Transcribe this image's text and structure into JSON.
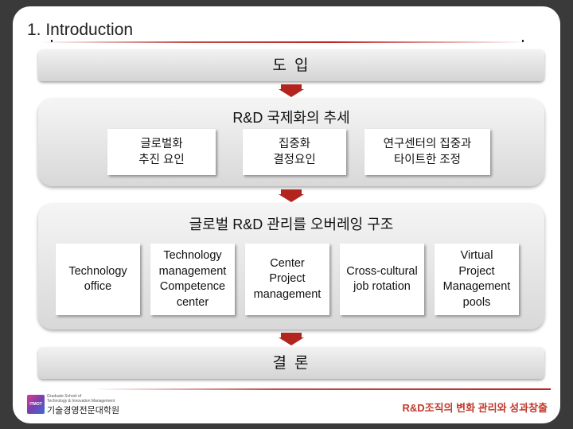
{
  "heading": "1. Introduction",
  "intro_bar": "도  입",
  "panel1": {
    "title": "R&D 국제화의 추세",
    "cards": [
      {
        "lines": [
          "글로벌화",
          "추진 요인"
        ]
      },
      {
        "lines": [
          "집중화",
          "결정요인"
        ]
      },
      {
        "lines": [
          "연구센터의 집중과",
          "타이트한 조정"
        ]
      }
    ]
  },
  "panel2": {
    "title": "글로벌 R&D 관리를 오버레잉 구조",
    "cards": [
      {
        "lines": [
          "Technology",
          "office"
        ]
      },
      {
        "lines": [
          "Technology",
          "management",
          "Competence",
          "center"
        ]
      },
      {
        "lines": [
          "Center",
          "Project",
          "management"
        ]
      },
      {
        "lines": [
          "Cross-cultural",
          "job rotation"
        ]
      },
      {
        "lines": [
          "Virtual",
          "Project",
          "Management",
          "pools"
        ]
      }
    ]
  },
  "conclusion_bar": "결  론",
  "footer": {
    "logo_mark": "ITMOT",
    "logo_subtitle": [
      "Graduate School of",
      "Technology & Innovation Management"
    ],
    "logo_name": "기술경영전문대학원",
    "caption": "R&D조직의 변화 관리와 성과창출"
  },
  "colors": {
    "arrow": "#b3241f",
    "accent_rule": "#c0504d",
    "caption": "#c0392b"
  }
}
